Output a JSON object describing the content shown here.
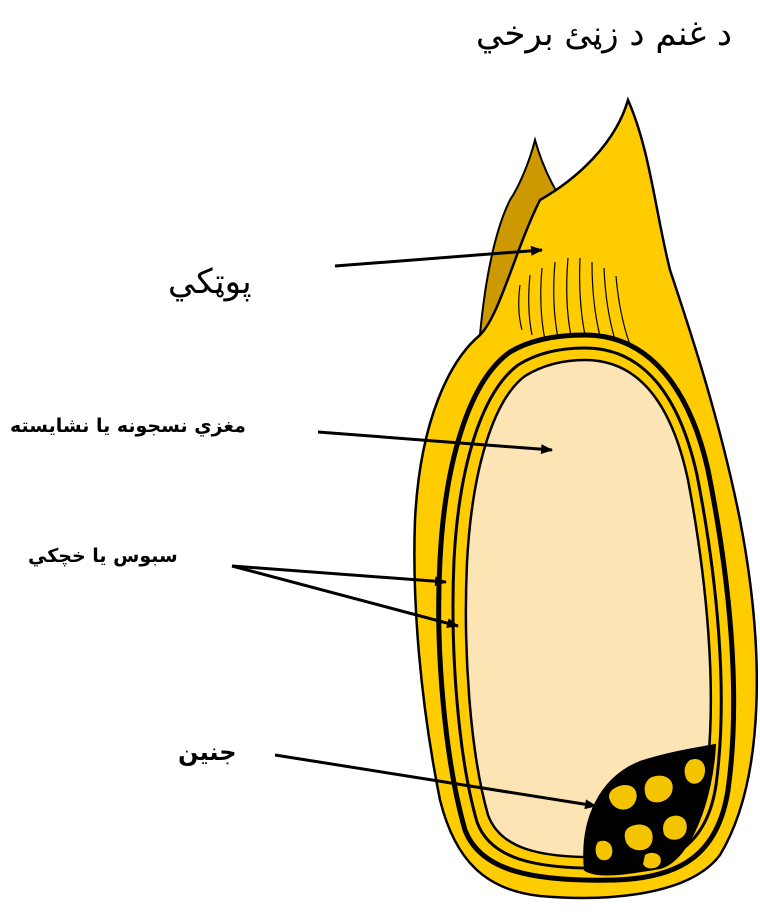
{
  "title": "د غنم د زڼئ برخي",
  "labels": {
    "husk": "پوټکي",
    "endosperm": "مغزي نسجونه يا نشايسته",
    "bran": "سبوس يا خچکي",
    "embryo": "جنين"
  },
  "colors": {
    "husk_fill": "#FFCC00",
    "husk_tip": "#CC9900",
    "endosperm_fill": "#FDE4B4",
    "outline": "#000000",
    "embryo_dark": "#000000",
    "embryo_light": "#F5C400"
  }
}
